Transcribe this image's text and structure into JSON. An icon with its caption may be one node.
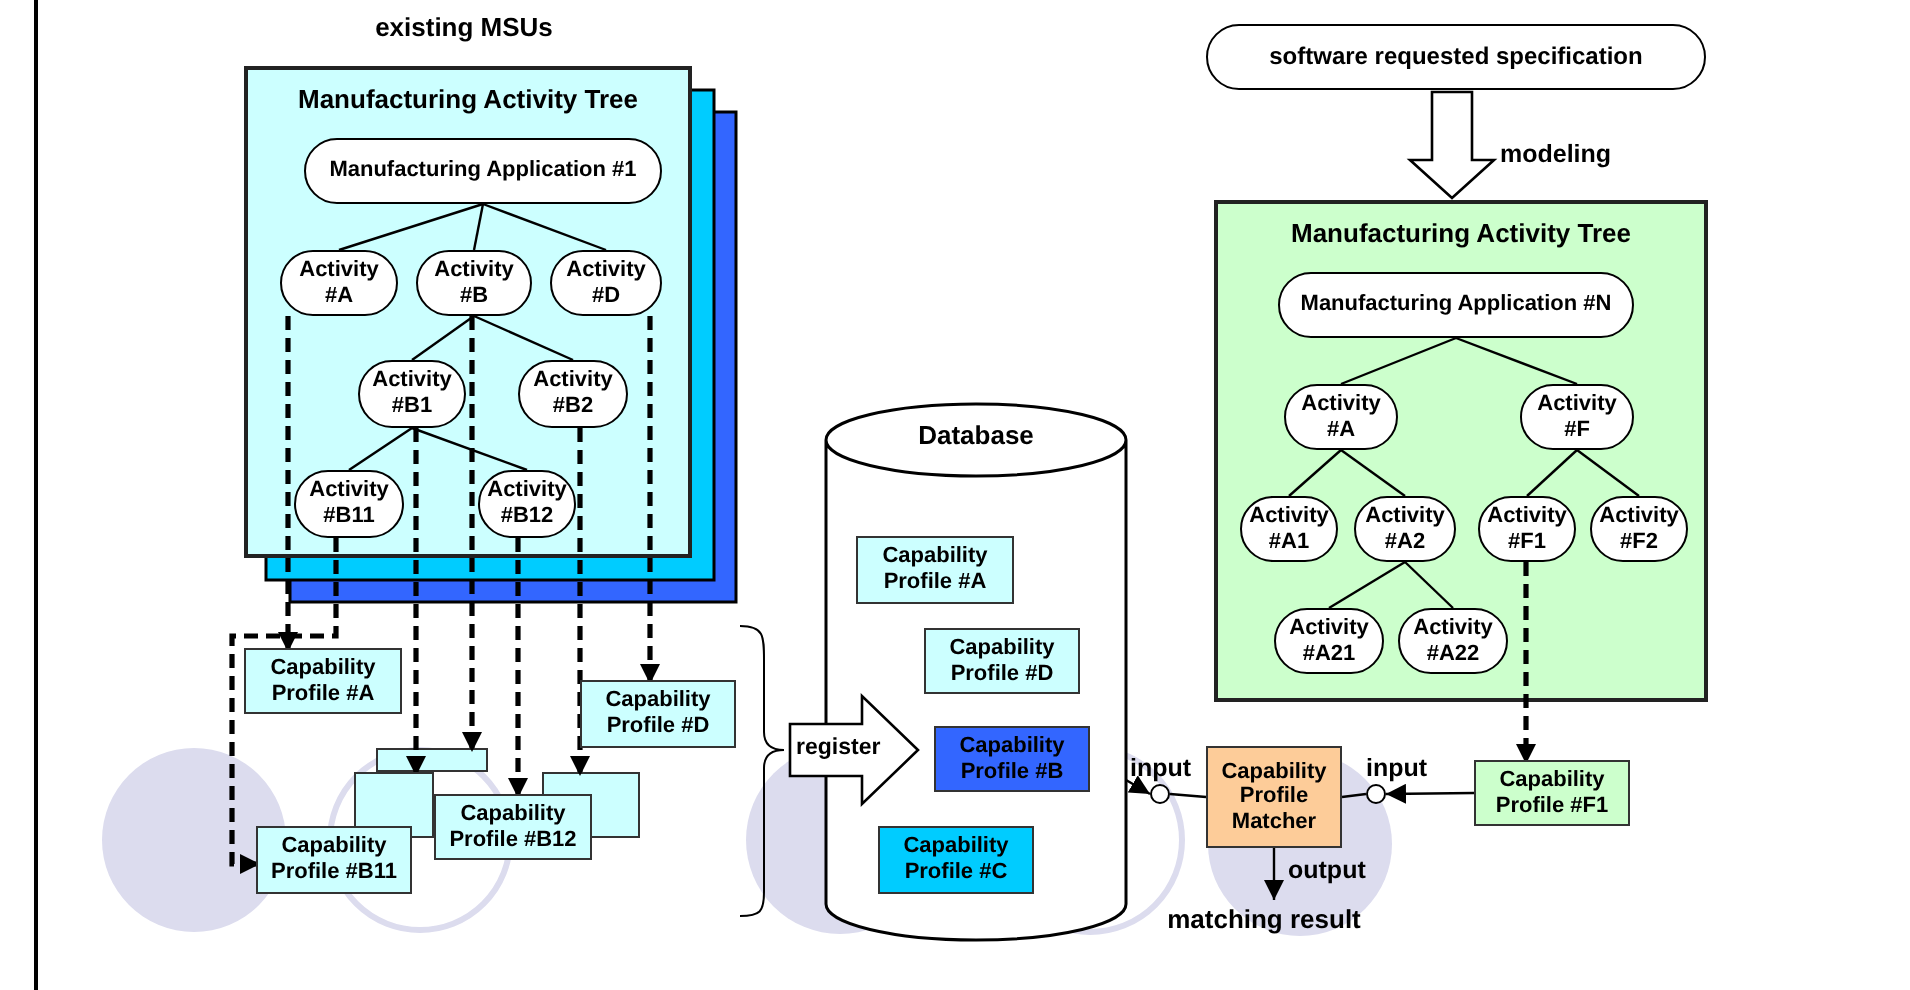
{
  "diagram": {
    "nodes": [
      {
        "text": [
          "Manufacturing Activity Tree"
        ],
        "beside": [
          "existing MSUs"
        ]
      },
      {
        "text": [
          "Manufacturing Application #1"
        ],
        "in": 0
      },
      {
        "text": [
          "Activity #A"
        ],
        "in": 0
      },
      {
        "text": [
          "Activity #B"
        ],
        "in": 0
      },
      {
        "text": [
          "Activity #D"
        ],
        "in": 0
      },
      {
        "text": [
          "Activity #B1"
        ],
        "in": 0
      },
      {
        "text": [
          "Activity #B2"
        ],
        "in": 0
      },
      {
        "text": [
          "Activity #B11"
        ],
        "in": 0
      },
      {
        "text": [
          "Activity #B12"
        ],
        "in": 0
      },
      {
        "text": [
          "Capability Profile #A"
        ]
      },
      {
        "text": [
          "Capability Profile #D"
        ]
      },
      {
        "text": [],
        "shape": "box"
      },
      {
        "text": [],
        "shape": "box"
      },
      {
        "text": [
          "Capability Profile #B11"
        ]
      },
      {
        "text": [
          "Capability Profile #B12"
        ]
      },
      {
        "text": [],
        "shape": "box"
      },
      {
        "text": [
          "register"
        ]
      },
      {
        "text": [
          "Database"
        ]
      },
      {
        "text": [
          "Capability Profile #A"
        ],
        "in": 17
      },
      {
        "text": [
          "Capability Profile #D"
        ],
        "in": 17
      },
      {
        "text": [
          "Capability Profile #B"
        ],
        "in": 17
      },
      {
        "text": [
          "Capability Profile #C"
        ],
        "in": 17
      },
      {
        "text": [
          "software requested specification"
        ]
      },
      {
        "text": [
          "Manufacturing Activity Tree"
        ]
      },
      {
        "text": [
          "Manufacturing Application #N"
        ],
        "in": 23
      },
      {
        "text": [
          "Activity #A"
        ],
        "in": 23
      },
      {
        "text": [
          "Activity #F"
        ],
        "in": 23
      },
      {
        "text": [
          "Activity #A1"
        ],
        "in": 23
      },
      {
        "text": [
          "Activity #A2"
        ],
        "in": 23
      },
      {
        "text": [
          "Activity #F1"
        ],
        "in": 23
      },
      {
        "text": [
          "Activity #F2"
        ],
        "in": 23
      },
      {
        "text": [
          "Activity #A21"
        ],
        "in": 23
      },
      {
        "text": [
          "Activity #A22"
        ],
        "in": 23
      },
      {
        "text": [
          "Capability Profile Matcher"
        ]
      },
      {
        "text": [
          "Capability Profile #F1"
        ]
      },
      {
        "text": [
          "matching result"
        ]
      },
      {
        "text": [],
        "shape": "circle"
      },
      {
        "text": [],
        "shape": "circle"
      }
    ],
    "edges": [
      {
        "from": 1,
        "to": 2,
        "arrow": "none"
      },
      {
        "from": 1,
        "to": 3,
        "arrow": "none"
      },
      {
        "from": 1,
        "to": 4,
        "arrow": "none"
      },
      {
        "from": 3,
        "to": 5,
        "arrow": "none"
      },
      {
        "from": 3,
        "to": 6,
        "arrow": "none"
      },
      {
        "from": 5,
        "to": 7,
        "arrow": "none"
      },
      {
        "from": 5,
        "to": 8,
        "arrow": "none"
      },
      {
        "from": 2,
        "to": 9,
        "arrow": "to",
        "style": "dashed"
      },
      {
        "from": 7,
        "to": 13,
        "arrow": "to",
        "style": "dashed"
      },
      {
        "from": 5,
        "to": 11,
        "arrow": "to",
        "style": "dashed"
      },
      {
        "from": 3,
        "to": 12,
        "arrow": "to",
        "style": "dashed"
      },
      {
        "from": 8,
        "to": 14,
        "arrow": "to",
        "style": "dashed"
      },
      {
        "from": 6,
        "to": 15,
        "arrow": "to",
        "style": "dashed"
      },
      {
        "from": 4,
        "to": 10,
        "arrow": "to",
        "style": "dashed"
      },
      {
        "from": 24,
        "to": 25,
        "arrow": "none"
      },
      {
        "from": 24,
        "to": 26,
        "arrow": "none"
      },
      {
        "from": 25,
        "to": 27,
        "arrow": "none"
      },
      {
        "from": 25,
        "to": 28,
        "arrow": "none"
      },
      {
        "from": 26,
        "to": 29,
        "arrow": "none"
      },
      {
        "from": 26,
        "to": 30,
        "arrow": "none"
      },
      {
        "from": 28,
        "to": 31,
        "arrow": "none"
      },
      {
        "from": 28,
        "to": 32,
        "arrow": "none"
      },
      {
        "from": 29,
        "to": 34,
        "arrow": "to",
        "style": "dashed"
      },
      {
        "from": 22,
        "to": 23,
        "arrow": "to",
        "label": "modeling"
      },
      {
        "from": 20,
        "to": 36,
        "arrow": "to",
        "label": "input"
      },
      {
        "from": 34,
        "to": 37,
        "arrow": "to",
        "label": "input"
      },
      {
        "from": 33,
        "to": 35,
        "arrow": "to",
        "label": "output"
      },
      {
        "from": 36,
        "to": 33,
        "arrow": "none"
      },
      {
        "from": 37,
        "to": 33,
        "arrow": "none"
      }
    ]
  }
}
